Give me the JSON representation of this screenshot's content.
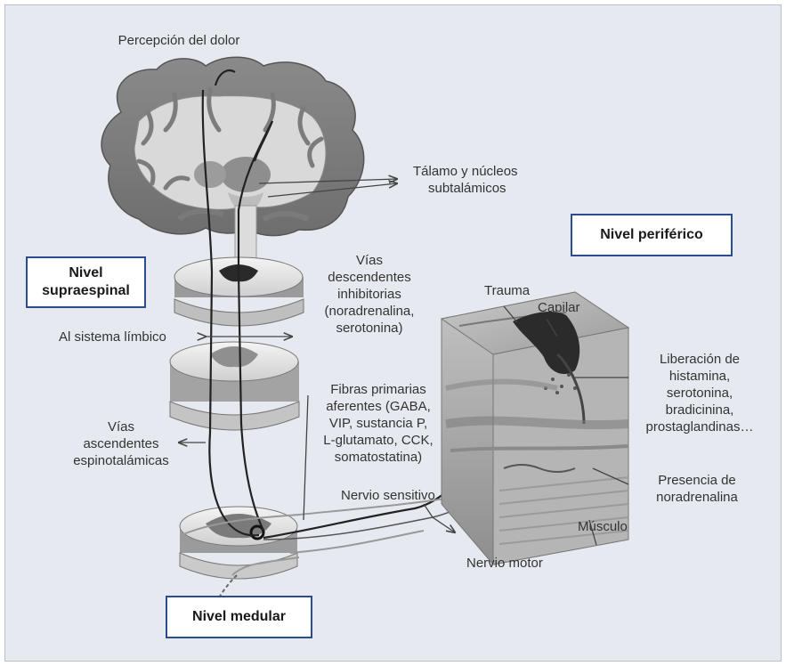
{
  "labels": {
    "pain_perception": "Percepción del dolor",
    "thalamus": [
      "Tálamo y núcleos",
      "subtalámicos"
    ],
    "descending": [
      "Vías",
      "descendentes",
      "inhibitorias",
      "(noradrenalina,",
      "serotonina)"
    ],
    "limbic": "Al sistema límbico",
    "afferent": [
      "Fibras primarias",
      "aferentes (GABA,",
      "VIP, sustancia P,",
      "L-glutamato, CCK,",
      "somatostatina)"
    ],
    "ascending": [
      "Vías",
      "ascendentes",
      "espinotalámicas"
    ],
    "sensory_nerve": "Nervio sensitivo",
    "motor_nerve": "Nervio motor",
    "trauma": "Trauma",
    "capillary": "Capilar",
    "release": [
      "Liberación de",
      "histamina,",
      "serotonina,",
      "bradicinina,",
      "prostaglandinas…"
    ],
    "noradrenaline": [
      "Presencia de",
      "noradrenalina"
    ],
    "muscle": "Músculo"
  },
  "levels": {
    "supraspinal": [
      "Nivel",
      "supraespinal"
    ],
    "peripheral": "Nivel periférico",
    "medullary": "Nivel medular"
  },
  "colors": {
    "frame_bg": "#e6eaf0",
    "box_border": "#2a4d8f"
  }
}
